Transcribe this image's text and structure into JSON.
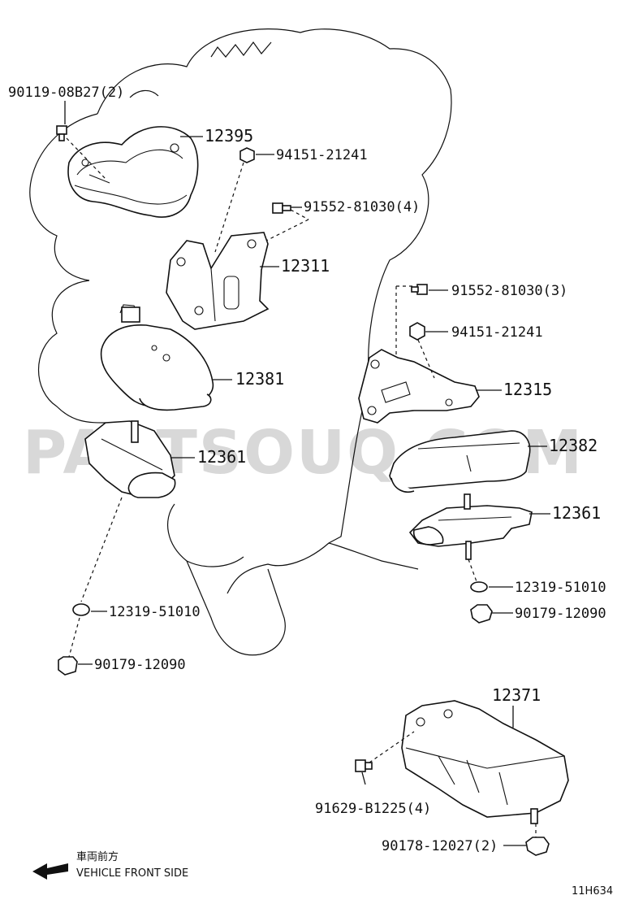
{
  "watermark": "PARTSOUQ.COM",
  "diagram_code": "11H634",
  "direction": {
    "label_jp": "車両前方",
    "label_en": "VEHICLE FRONT SIDE"
  },
  "callouts": {
    "c_90119": "90119-08B27(2)",
    "c_12395": "12395",
    "c_94151_a": "94151-21241",
    "c_91552_4": "91552-81030(4)",
    "c_12311": "12311",
    "c_91552_3": "91552-81030(3)",
    "c_94151_b": "94151-21241",
    "c_12381": "12381",
    "c_12315": "12315",
    "c_12382": "12382",
    "c_12361_l": "12361",
    "c_12361_r": "12361",
    "c_12319_r": "12319-51010",
    "c_90179_r": "90179-12090",
    "c_12319_l": "12319-51010",
    "c_90179_l": "90179-12090",
    "c_12371": "12371",
    "c_91629": "91629-B1225(4)",
    "c_90178": "90178-12027(2)"
  }
}
